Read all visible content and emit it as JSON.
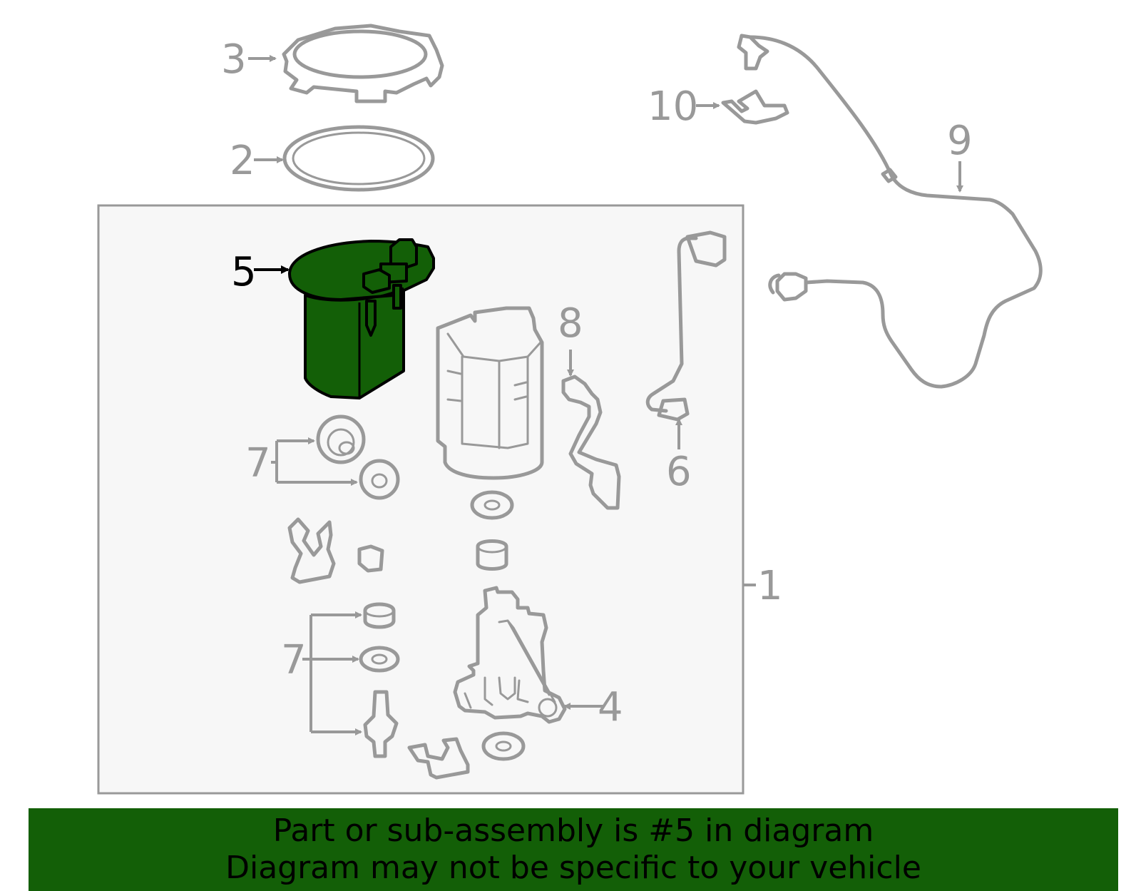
{
  "diagram": {
    "callouts": [
      {
        "id": "1",
        "label": "1"
      },
      {
        "id": "2",
        "label": "2"
      },
      {
        "id": "3",
        "label": "3"
      },
      {
        "id": "4",
        "label": "4"
      },
      {
        "id": "5",
        "label": "5",
        "highlighted": true
      },
      {
        "id": "6",
        "label": "6"
      },
      {
        "id": "7a",
        "label": "7"
      },
      {
        "id": "7b",
        "label": "7"
      },
      {
        "id": "8",
        "label": "8"
      },
      {
        "id": "9",
        "label": "9"
      },
      {
        "id": "10",
        "label": "10"
      }
    ],
    "colors": {
      "highlight": "#135f07",
      "part_outline": "#999999",
      "box_fill": "#f7f7f7"
    }
  },
  "banner": {
    "line1": "Part or sub-assembly is #5 in diagram",
    "line2": "Diagram may not be specific to your vehicle"
  }
}
